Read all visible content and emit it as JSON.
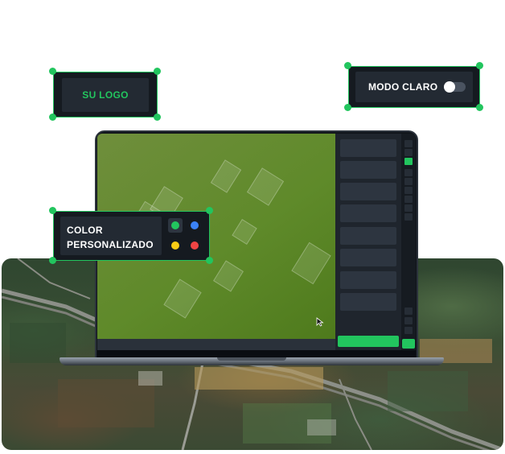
{
  "logo_card": {
    "label": "SU LOGO"
  },
  "mode_card": {
    "label": "MODO CLARO",
    "toggle_on": false
  },
  "color_card": {
    "label_line1": "COLOR",
    "label_line2": "PERSONALIZADO",
    "swatches": [
      {
        "name": "green",
        "color": "#22c55e",
        "selected": true
      },
      {
        "name": "blue",
        "color": "#3b82f6",
        "selected": false
      },
      {
        "name": "yellow",
        "color": "#facc15",
        "selected": false
      },
      {
        "name": "red",
        "color": "#ef4444",
        "selected": false
      }
    ]
  },
  "colors": {
    "accent": "#22c55e",
    "card_bg": "#151a20",
    "panel_bg": "#1f252d"
  },
  "icons": {
    "cursor": "cursor-arrow-icon"
  }
}
